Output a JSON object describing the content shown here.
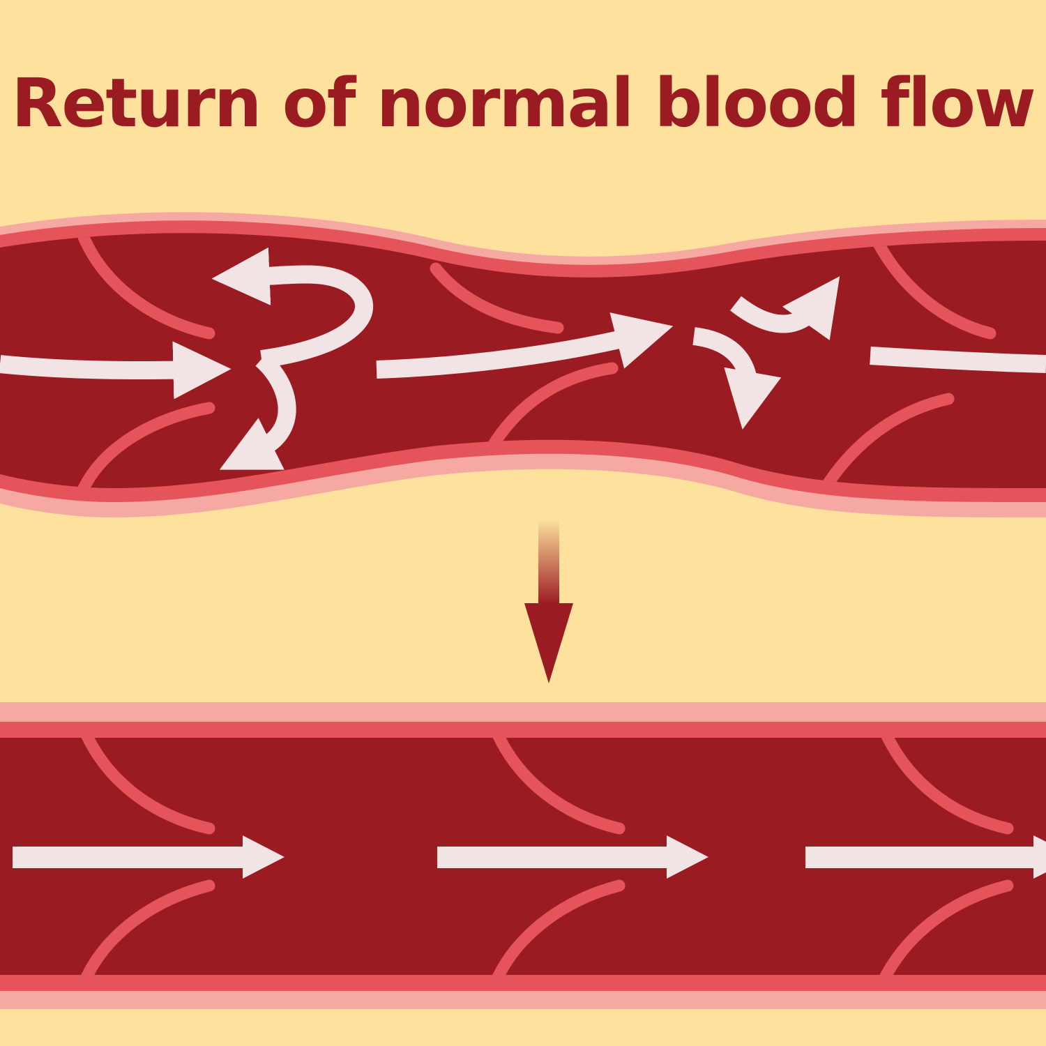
{
  "title": "Return of normal blood flow",
  "colors": {
    "background": "#fde19d",
    "vessel_outer": "#f6a9a3",
    "vessel_wall": "#e5545b",
    "lumen": "#9b1b22",
    "flow_arrow": "#f2e4e4",
    "transition_arrow": "#9b1b22"
  },
  "panels": {
    "top": {
      "state": "turbulent-flow"
    },
    "bottom": {
      "state": "laminar-flow"
    }
  },
  "icons": {
    "transition": "down-arrow-icon",
    "flow": "flow-arrow-icon"
  }
}
